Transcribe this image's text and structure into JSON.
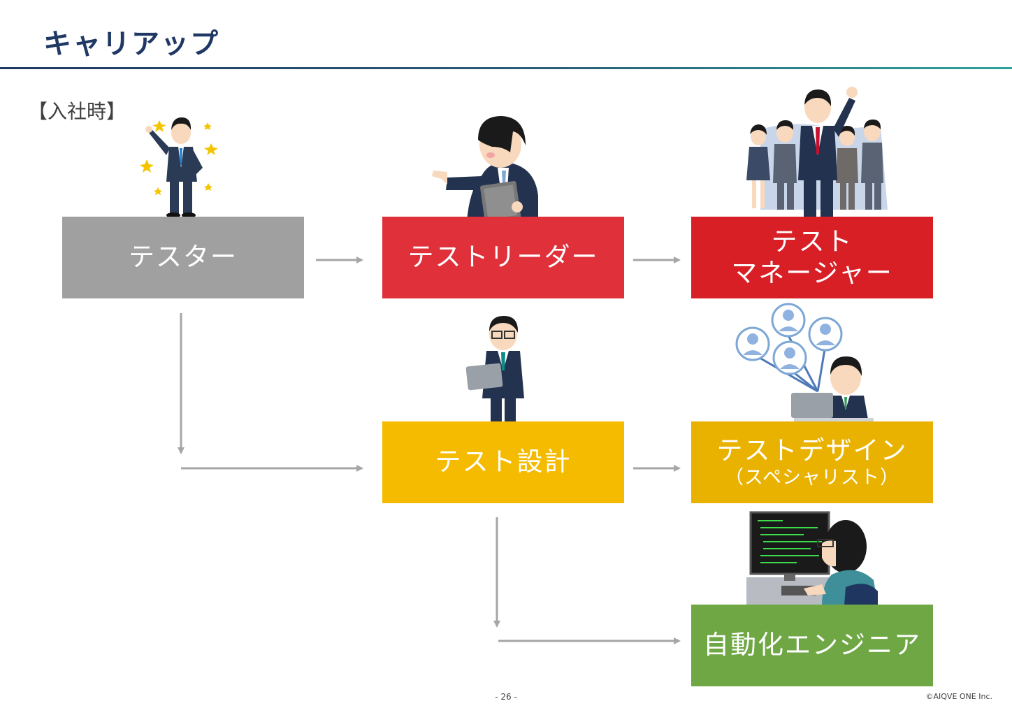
{
  "page": {
    "title": "キャリアップ",
    "note": "【入社時】"
  },
  "roles": {
    "tester": {
      "label": "テスター",
      "color": "#a0a0a0"
    },
    "test_leader": {
      "label": "テストリーダー",
      "color": "#e0303a"
    },
    "test_manager": {
      "line1": "テスト",
      "line2": "マネージャー",
      "color": "#d81f26"
    },
    "test_design": {
      "label": "テスト設計",
      "color": "#f5bb00"
    },
    "test_design_specialist": {
      "line1": "テストデザイン",
      "line2": "（スペシャリスト）",
      "color": "#eab200"
    },
    "automation_engineer": {
      "label": "自動化エンジニア",
      "color": "#6ea744"
    }
  },
  "footer": {
    "page_number": "- 26 -",
    "copyright": "©AIQVE ONE Inc."
  }
}
